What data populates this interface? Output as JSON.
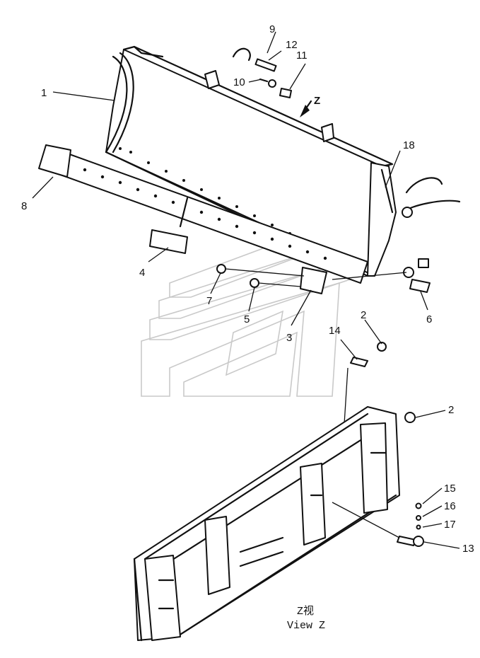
{
  "callouts": [
    {
      "id": "1",
      "text": "1"
    },
    {
      "id": "2a",
      "text": "2"
    },
    {
      "id": "2b",
      "text": "2"
    },
    {
      "id": "3",
      "text": "3"
    },
    {
      "id": "4",
      "text": "4"
    },
    {
      "id": "5",
      "text": "5"
    },
    {
      "id": "6",
      "text": "6"
    },
    {
      "id": "7",
      "text": "7"
    },
    {
      "id": "8",
      "text": "8"
    },
    {
      "id": "9",
      "text": "9"
    },
    {
      "id": "10",
      "text": "10"
    },
    {
      "id": "11",
      "text": "11"
    },
    {
      "id": "12",
      "text": "12"
    },
    {
      "id": "13",
      "text": "13"
    },
    {
      "id": "14",
      "text": "14"
    },
    {
      "id": "15",
      "text": "15"
    },
    {
      "id": "16",
      "text": "16"
    },
    {
      "id": "17",
      "text": "17"
    },
    {
      "id": "18",
      "text": "18"
    }
  ],
  "view_arrow_label": "Z",
  "caption": {
    "line1": "Z视",
    "line2": "View Z"
  }
}
